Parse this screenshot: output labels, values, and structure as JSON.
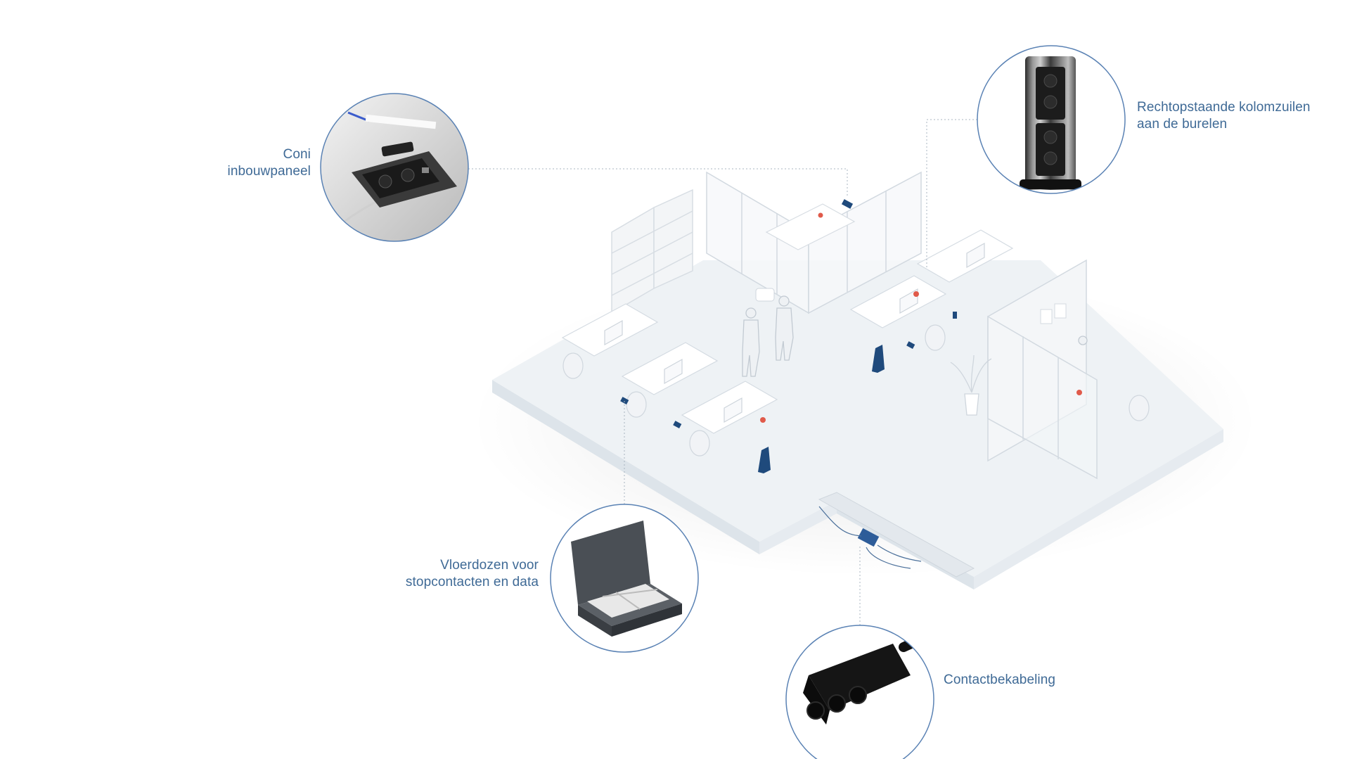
{
  "colors": {
    "accent": "#3f6a96",
    "ring": "#5a82b4",
    "floor_top": "#eef2f5",
    "floor_side": "#dce3ea",
    "device_blue": "#1f4a7c",
    "highlight_red": "#e05a4a"
  },
  "callouts": [
    {
      "id": "inbouwpaneel",
      "lines": [
        "Coni",
        "inbouwpaneel"
      ],
      "icon": "pop-up-socket-panel-icon"
    },
    {
      "id": "kolomzuilen",
      "lines": [
        "Rechtopstaande kolomzuilen",
        "aan de burelen"
      ],
      "icon": "socket-column-icon"
    },
    {
      "id": "vloerdozen",
      "lines": [
        "Vloerdozen voor",
        "stopcontacten en data"
      ],
      "icon": "floor-box-icon"
    },
    {
      "id": "contactbekabeling",
      "lines": [
        "Contactbekabeling"
      ],
      "icon": "cable-connector-icon"
    }
  ]
}
